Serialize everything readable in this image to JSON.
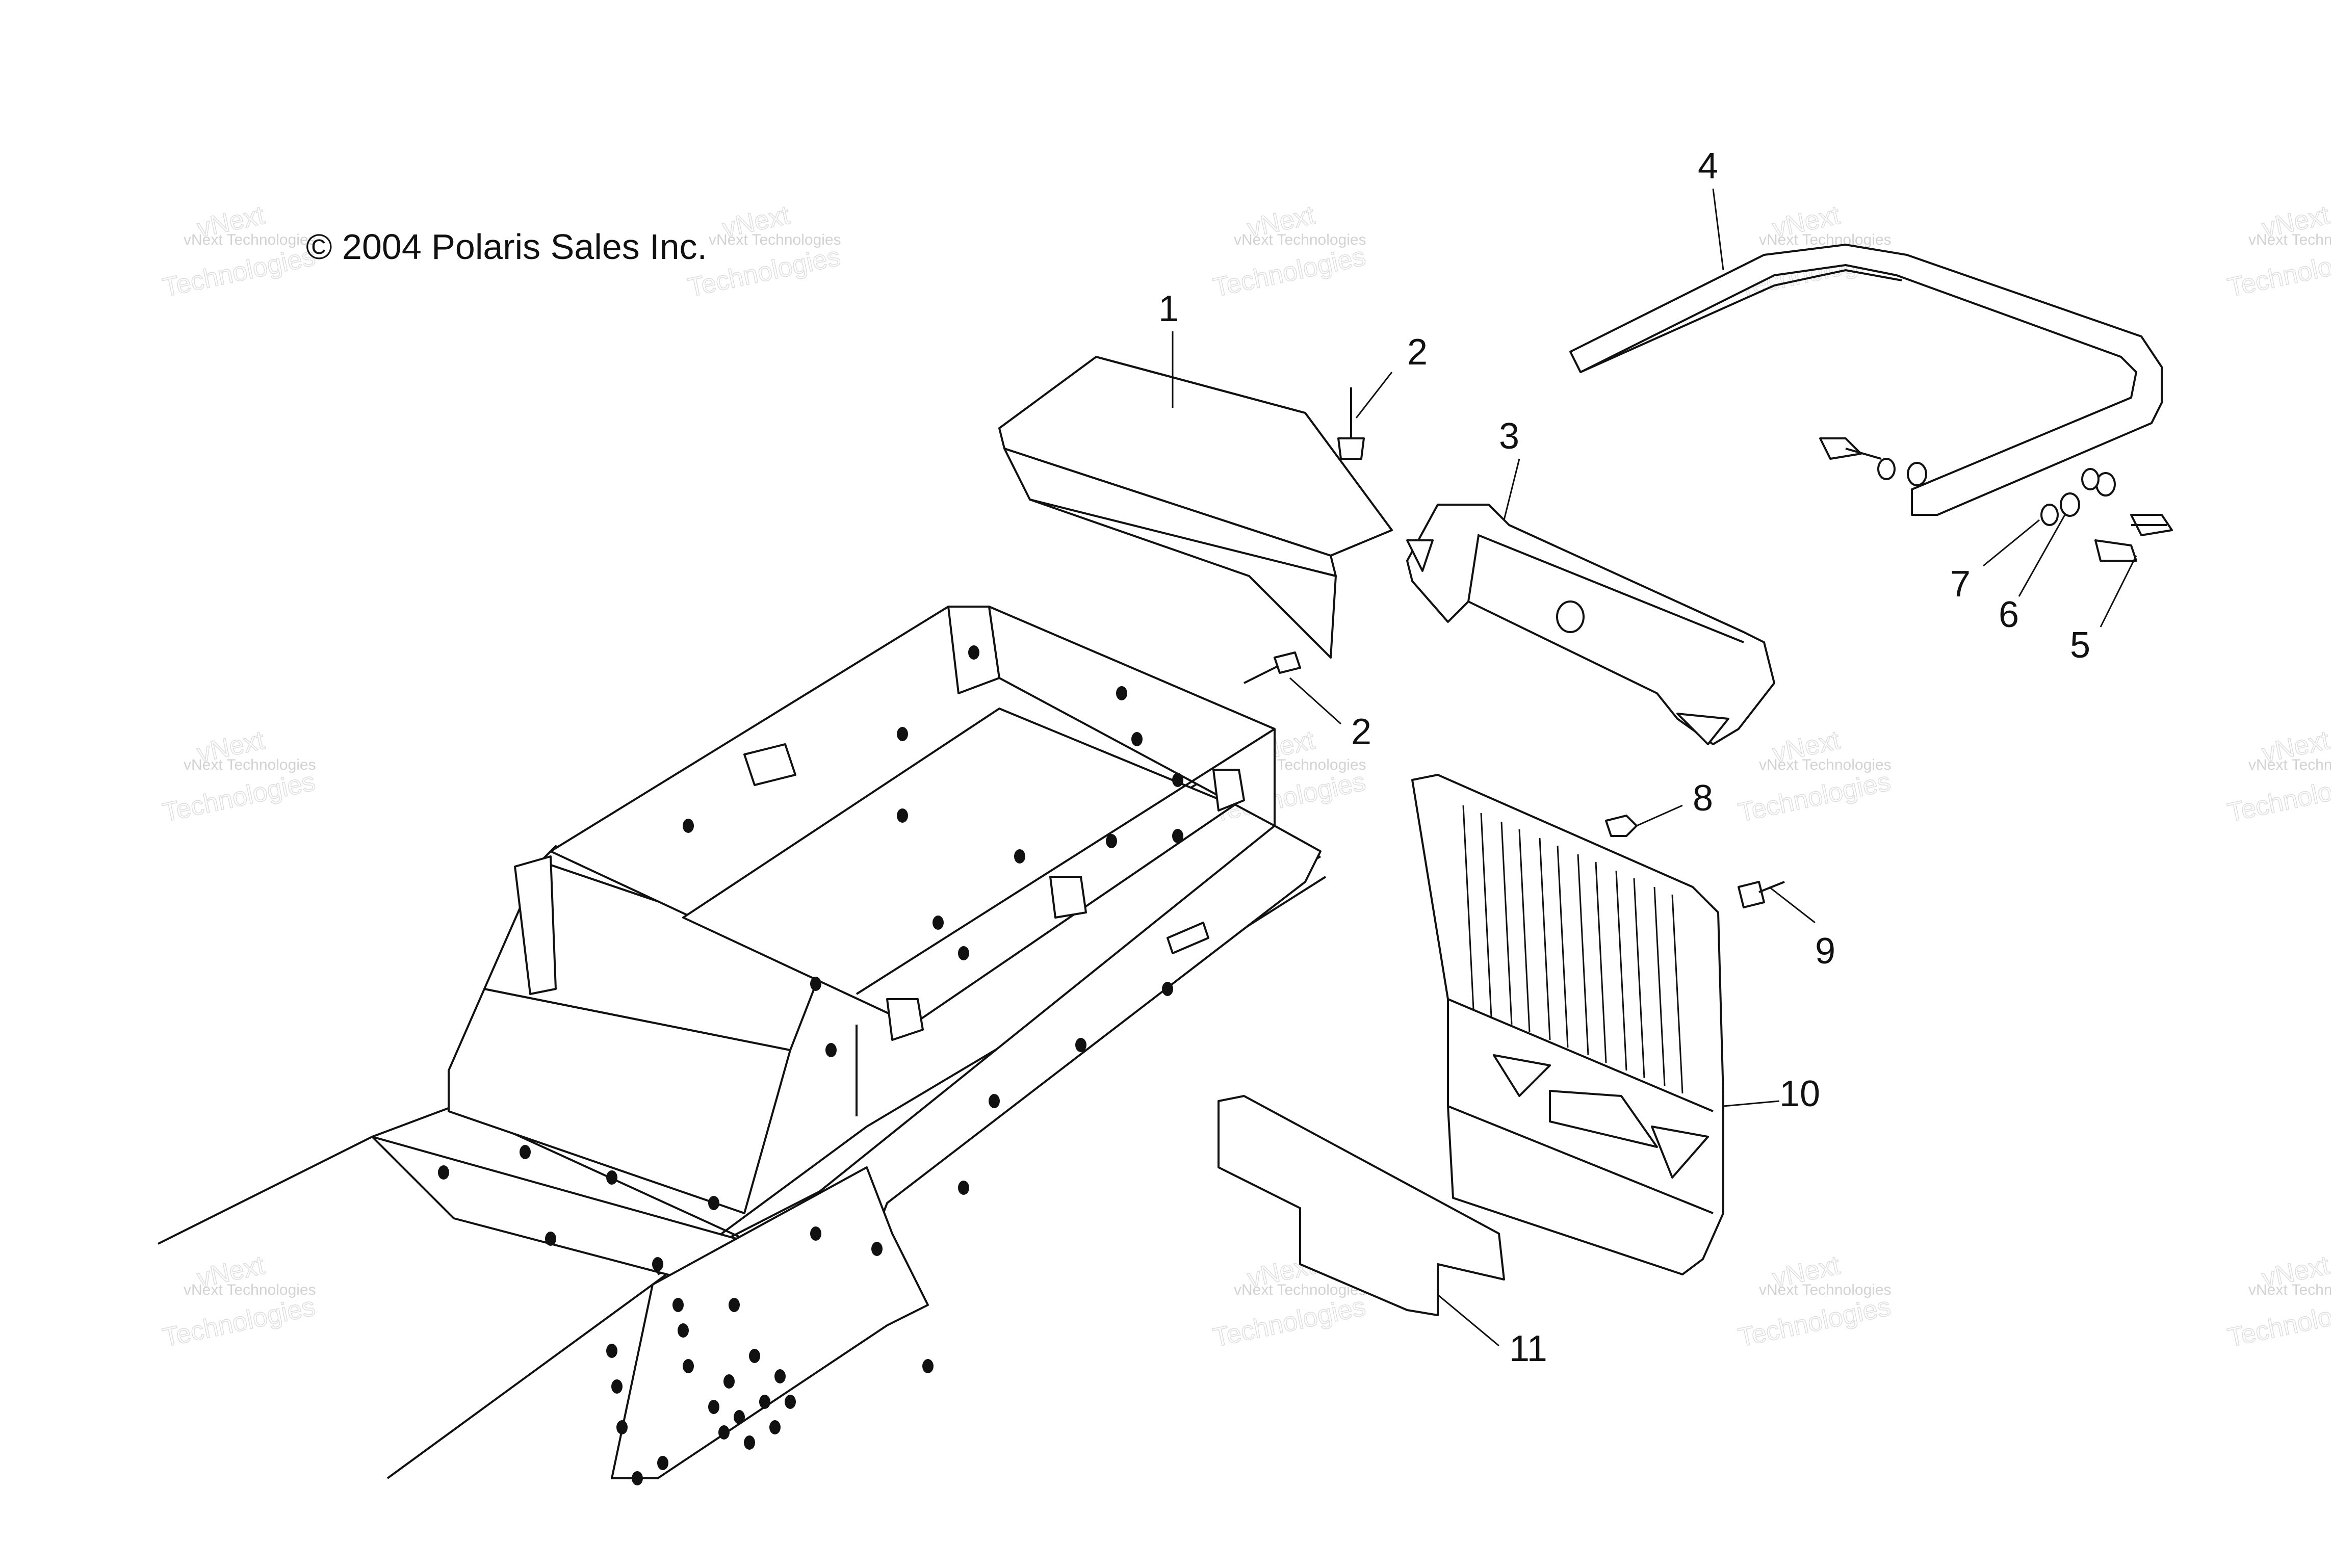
{
  "copyright": "© 2004 Polaris Sales Inc.",
  "watermark": {
    "line1": "vNext Technologies",
    "line2": "vNext",
    "line3": "Technologies"
  },
  "callouts": [
    "1",
    "2",
    "2",
    "3",
    "4",
    "5",
    "6",
    "7",
    "8",
    "9",
    "10",
    "11"
  ]
}
